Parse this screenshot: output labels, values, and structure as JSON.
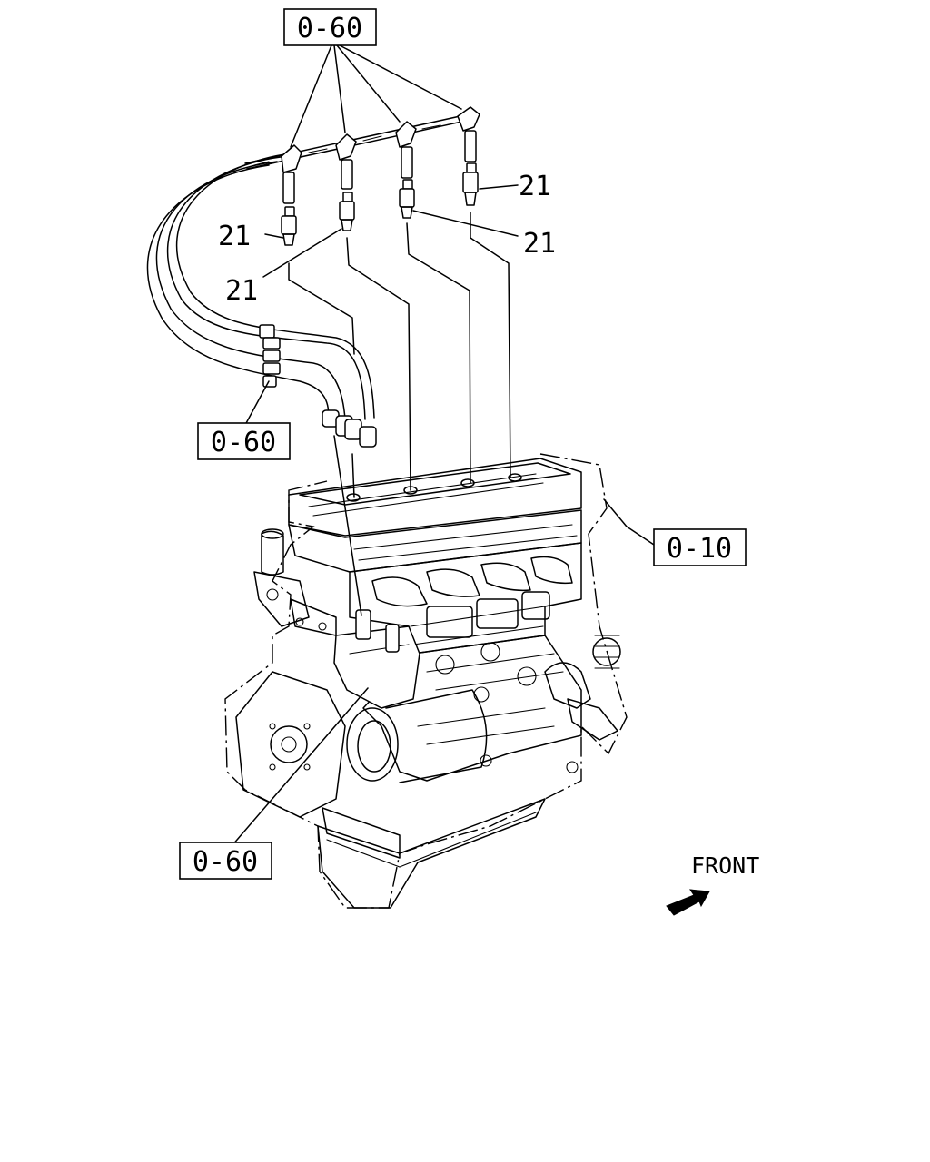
{
  "diagram": {
    "refs": {
      "top": "0-60",
      "clamp": "0-60",
      "engine": "0-10",
      "coil": "0-60"
    },
    "part_numbers": {
      "plug_right": "21",
      "plug_left": "21",
      "plug_center_right": "21",
      "plug_center_left": "21"
    },
    "direction_label": "FRONT"
  }
}
